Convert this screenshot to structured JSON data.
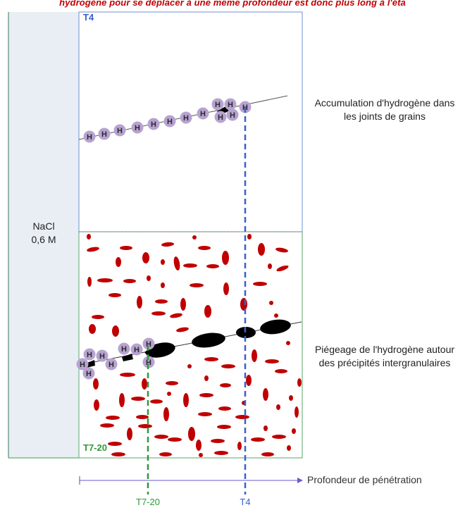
{
  "caption": "hydrogène pour se déplacer à une même profondeur est donc plus long à l'éta",
  "solution": {
    "name": "NaCl",
    "concentration": "0,6 M"
  },
  "zones": {
    "upper": {
      "label": "T4",
      "color": "#3a5fcd"
    },
    "lower": {
      "label": "T7-20",
      "color": "#2e9a3a"
    }
  },
  "annotations": {
    "grain_boundaries": "Accumulation d'hydrogène dans les joints de grains",
    "precipitates": "Piégeage de l'hydrogène autour des précipités intergranulaires"
  },
  "axis": {
    "label": "Profondeur de pénétration"
  },
  "depth_markers": [
    {
      "label": "T7-20",
      "color": "#2e9a3a"
    },
    {
      "label": "T4",
      "color": "#3a5fcd"
    }
  ],
  "atom_symbol": "H",
  "colors": {
    "hydrogen_atom": "#b7a3d1",
    "precipitate": "#c00000",
    "intergranular_precipitate": "#000000",
    "solution_panel": "#e8eef4"
  }
}
